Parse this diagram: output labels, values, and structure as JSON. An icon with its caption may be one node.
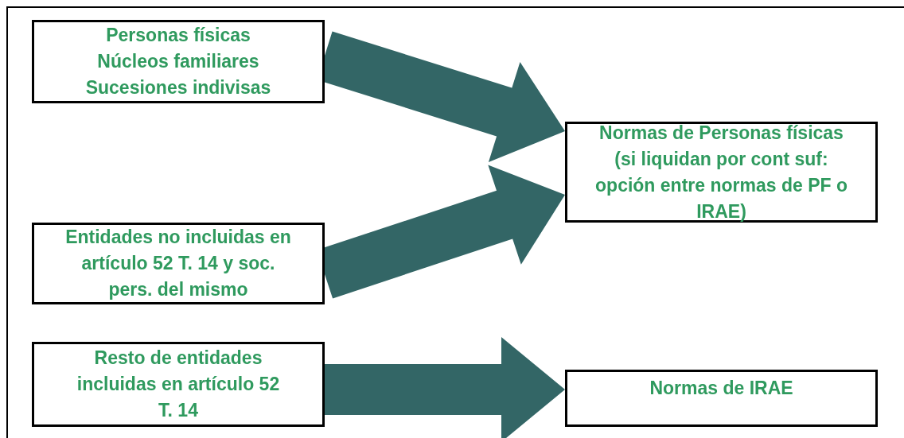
{
  "diagram": {
    "nodes": [
      {
        "text": [
          "Personas físicas",
          "Núcleos familiares",
          "Sucesiones indivisas"
        ]
      },
      {
        "text": [
          "Entidades no incluidas en artículo 52 T. 14 y soc. pers. del mismo"
        ]
      },
      {
        "text": [
          "Resto de entidades incluidas en artículo 52 T. 14"
        ]
      },
      {
        "text": [
          "Normas de Personas físicas",
          "(si liquidan por cont suf: opción entre normas de PF o IRAE)"
        ]
      },
      {
        "text": [
          "Normas de IRAE"
        ]
      }
    ],
    "edges": [
      {
        "from": 0,
        "to": 3,
        "arrow": "to",
        "style": "thick",
        "color": "#336666"
      },
      {
        "from": 1,
        "to": 3,
        "arrow": "to",
        "style": "thick",
        "color": "#336666"
      },
      {
        "from": 2,
        "to": 4,
        "arrow": "to",
        "style": "thick",
        "color": "#336666"
      }
    ]
  }
}
